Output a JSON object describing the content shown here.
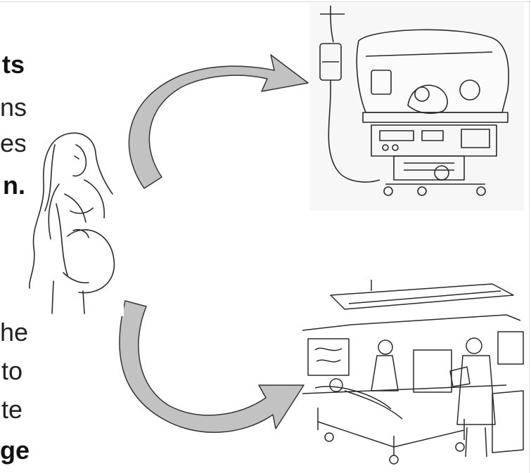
{
  "text_fragments": {
    "line1": "ts",
    "line2": "ns",
    "line3": "es,",
    "line4": "n.",
    "line5": "he",
    "line6": "to",
    "line7": "te",
    "line8": "ge"
  },
  "illustrations": {
    "left": "pregnant-woman-sketch",
    "top_right": "nicu-incubator-sketch",
    "bottom_right": "hospital-room-sketch",
    "connectors": "curved-arrows"
  },
  "colors": {
    "arrow_fill": "#c2c2c2",
    "line_art": "#2a2a2a",
    "text": "#222222"
  }
}
